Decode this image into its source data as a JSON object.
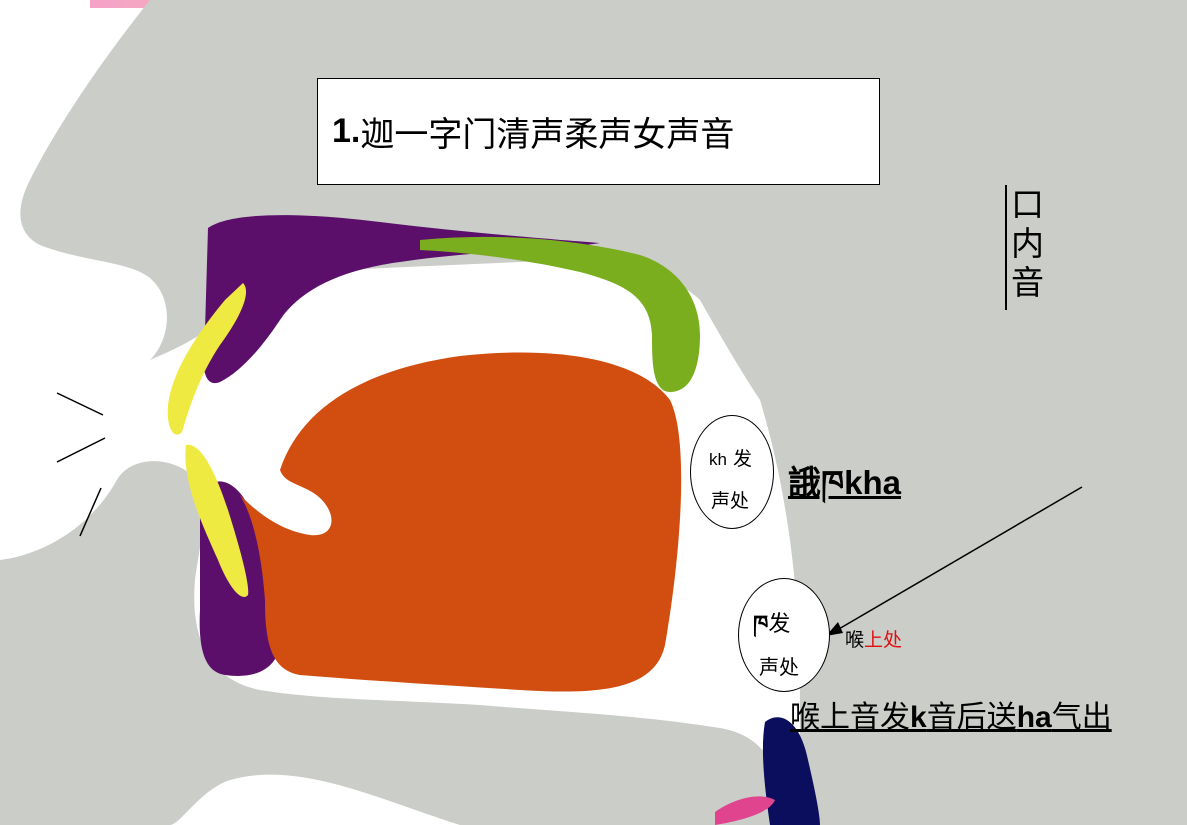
{
  "title": {
    "number": "1.",
    "text": "迦一字门清声柔声女声音"
  },
  "side_label": [
    "口",
    "内",
    "音"
  ],
  "bubble_top": {
    "latin": "kh",
    "line1_rest": " 发",
    "line2": "声处"
  },
  "label_kha": "誐ཁkha",
  "bubble_bottom": {
    "letter": "ཁ",
    "line1_rest": "发",
    "line2": "声处"
  },
  "throat_label": {
    "black": "喉",
    "red": "上处"
  },
  "caption": {
    "part1": "喉上音发",
    "k": "k",
    "part2": "音后送",
    "ha": "ha",
    "part3": "气出"
  },
  "colors": {
    "head_gray": "#cbcdc9",
    "palate_purple": "#5b0f6b",
    "velum_green": "#7aae1e",
    "tongue_orange": "#d14e10",
    "lips_yellow": "#eeea41",
    "epiglottis_navy": "#0b0e5c",
    "pink": "#e0448e",
    "header_gradient": [
      "#f4a2c8",
      "#f7e07a"
    ]
  }
}
